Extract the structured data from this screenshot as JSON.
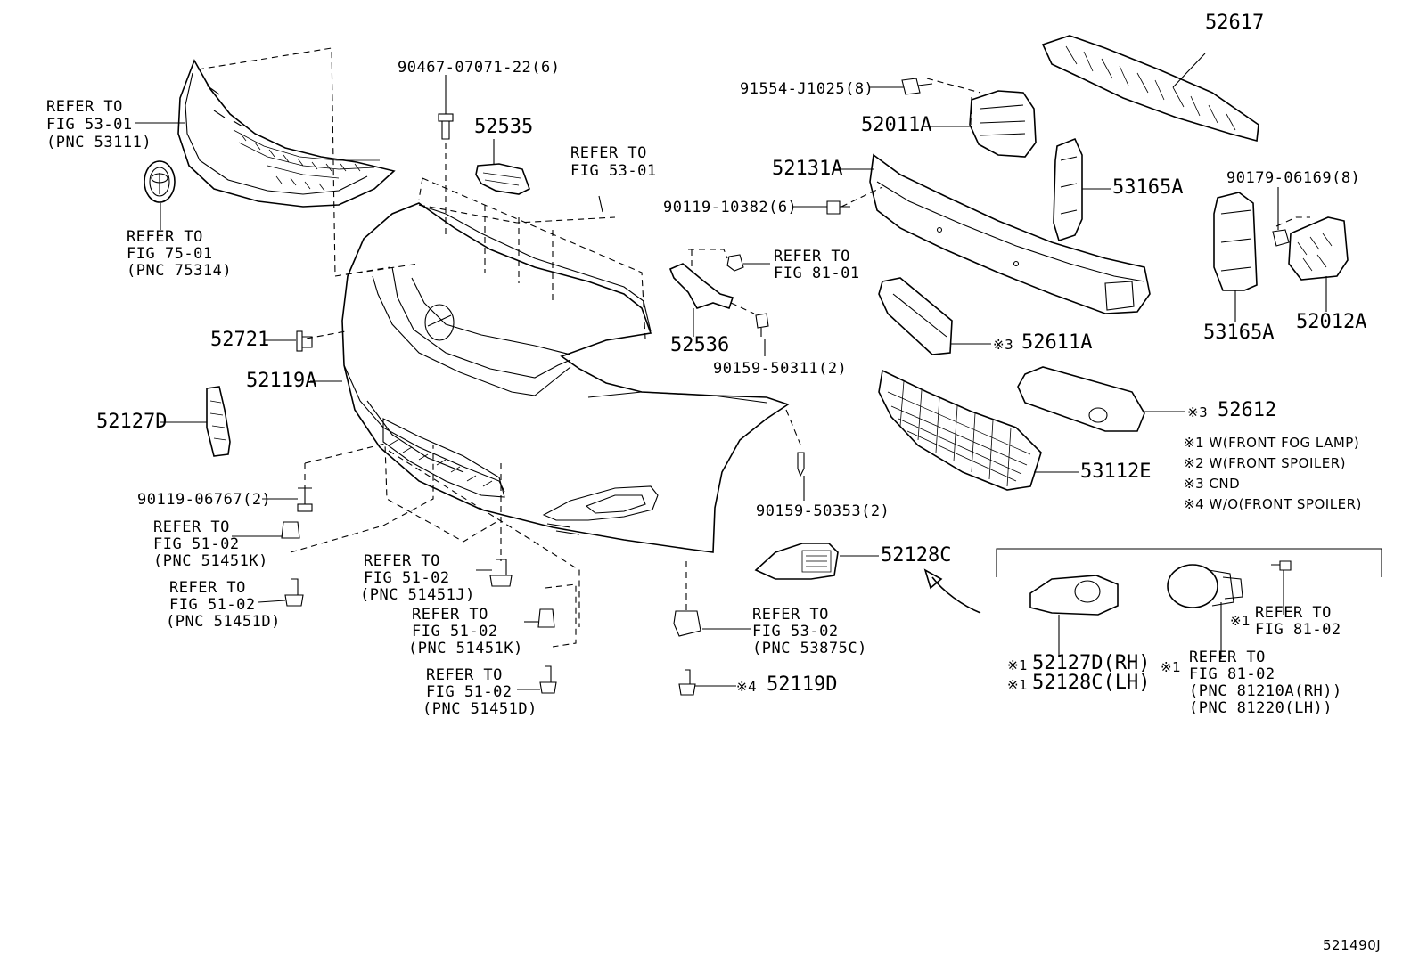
{
  "diagram_id": "521490J",
  "labels": {
    "grille_upper_ref": [
      "REFER TO",
      "FIG 53-01",
      "(PNC 53111)"
    ],
    "emblem_ref": [
      "REFER TO",
      "FIG 75-01",
      "(PNC 75314)"
    ],
    "clip_90467": "90467-07071-22(6)",
    "p52535": "52535",
    "upper_ref_53_01": [
      "REFER TO",
      "FIG 53-01"
    ],
    "p52721": "52721",
    "p52119A": "52119A",
    "p52127D": "52127D",
    "bolt_90119_06767": "90119-06767(2)",
    "ref_51451K_left": [
      "REFER TO",
      "FIG 51-02",
      "(PNC 51451K)"
    ],
    "ref_51451D_left": [
      "REFER TO",
      "FIG 51-02",
      "(PNC 51451D)"
    ],
    "ref_51451J": [
      "REFER TO",
      "FIG 51-02",
      "(PNC 51451J)"
    ],
    "ref_51451K_mid": [
      "REFER TO",
      "FIG 51-02",
      "(PNC 51451K)"
    ],
    "ref_51451D_mid": [
      "REFER TO",
      "FIG 51-02",
      "(PNC 51451D)"
    ],
    "ref_81_01": [
      "REFER TO",
      "FIG 81-01"
    ],
    "p52536": "52536",
    "screw_90159_50311": "90159-50311(2)",
    "screw_90159_50353": "90159-50353(2)",
    "ref_53875C": [
      "REFER TO",
      "FIG 53-02",
      "(PNC 53875C)"
    ],
    "p52119D": "52119D",
    "p52128C": "52128C",
    "p52617": "52617",
    "bolt_91554": "91554-J1025(8)",
    "p52011A": "52011A",
    "p52131A": "52131A",
    "bolt_90119_10382": "90119-10382(6)",
    "p53165A_upper": "53165A",
    "nut_90179": "90179-06169(8)",
    "p53165A_lower": "53165A",
    "p52012A": "52012A",
    "p52611A": "52611A",
    "p52612": "52612",
    "p53112E": "53112E",
    "kit_rh": "52127D(RH)",
    "kit_lh": "52128C(LH)",
    "ref_81_02_screw": [
      "REFER TO",
      "FIG 81-02"
    ],
    "ref_81_02_lamp": [
      "REFER TO",
      "FIG 81-02",
      "(PNC 81210A(RH))",
      "(PNC 81220(LH))"
    ]
  },
  "marks": {
    "m1": "※1",
    "m3": "※3",
    "m4": "※4"
  },
  "notes": [
    "※1 W(FRONT FOG LAMP)",
    "※2 W(FRONT SPOILER)",
    "※3 CND",
    "※4 W/O(FRONT SPOILER)"
  ]
}
